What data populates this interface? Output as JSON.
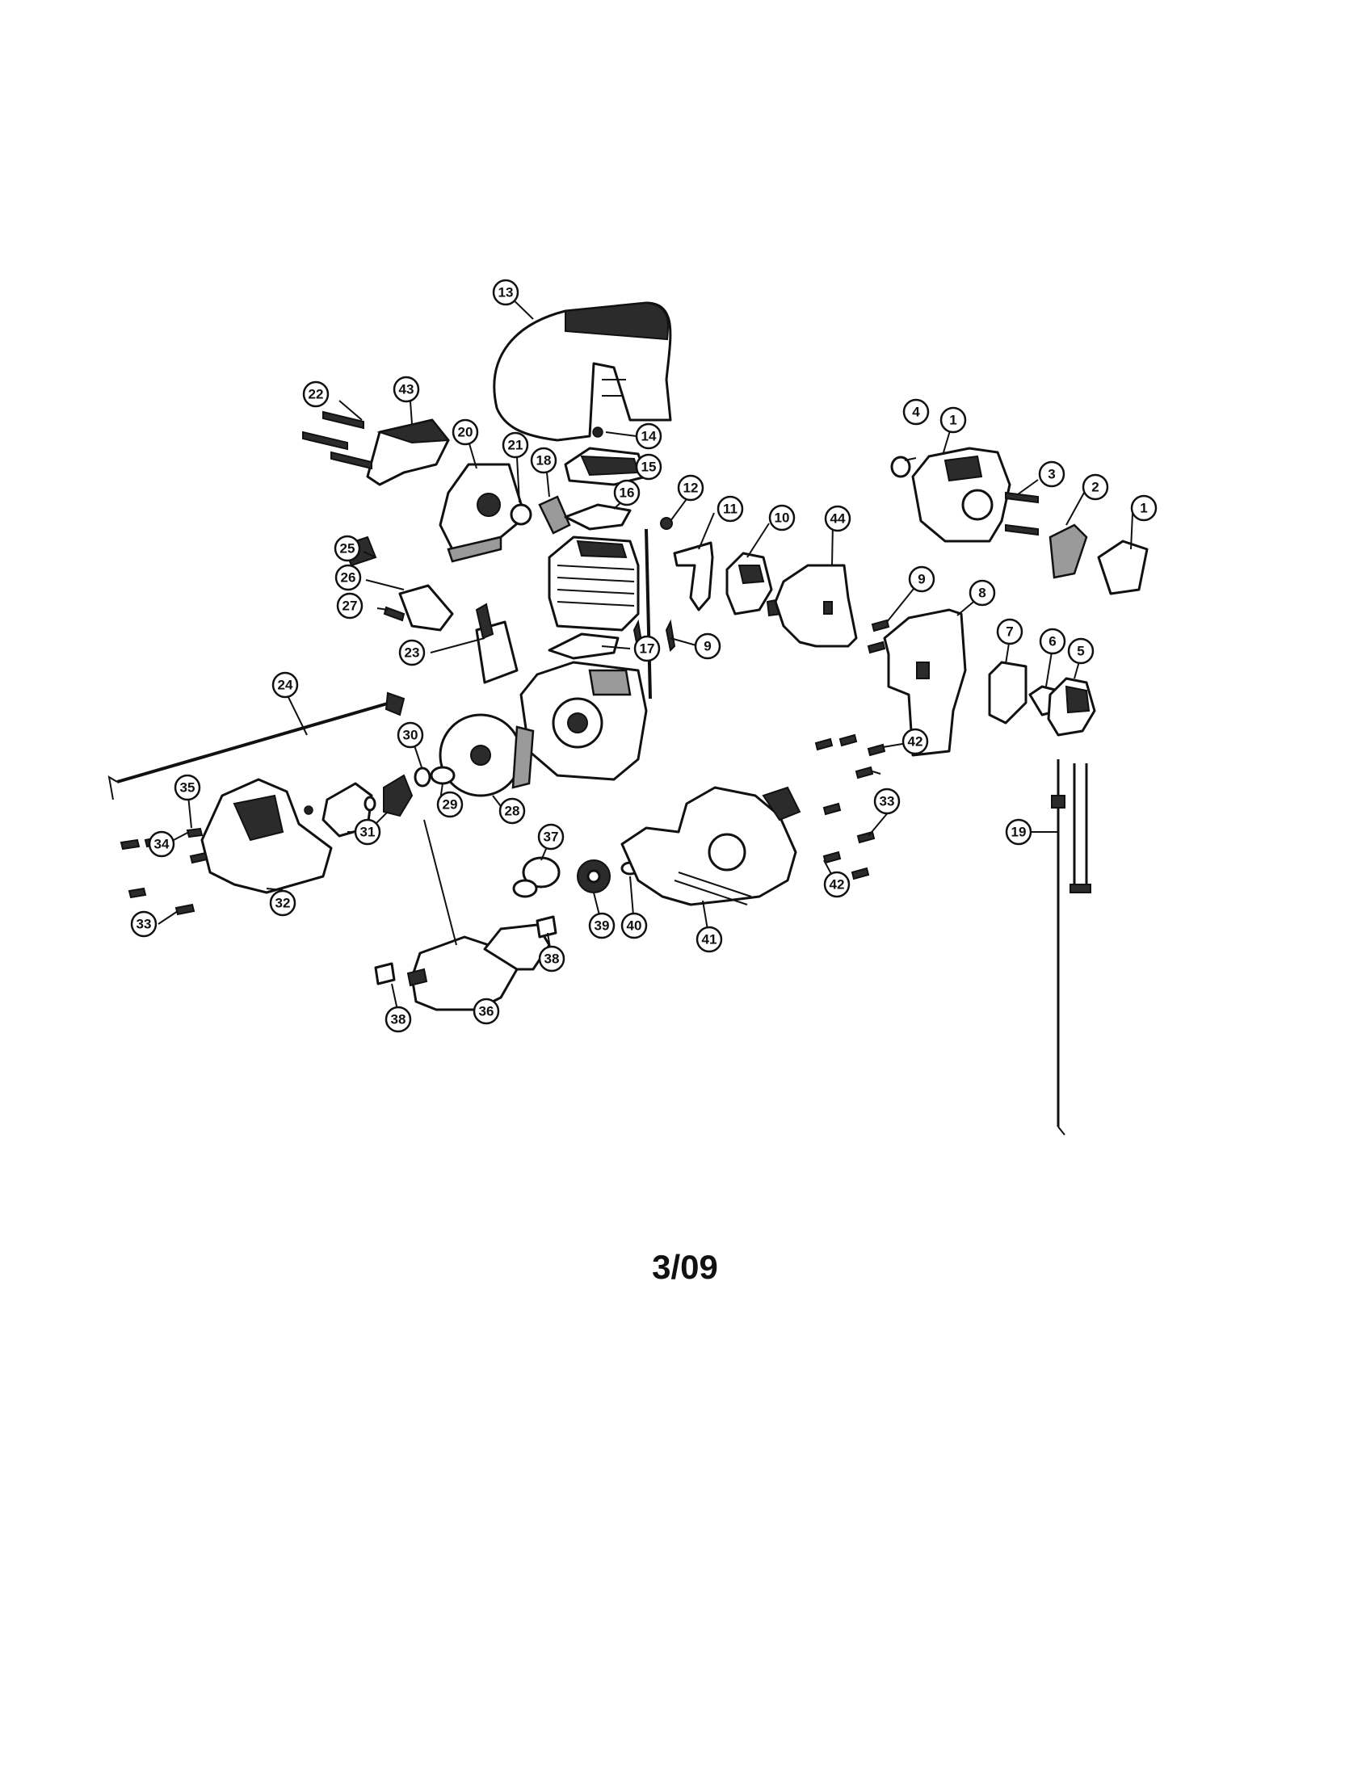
{
  "date_code": "3/09",
  "callouts": [
    "1",
    "2",
    "3",
    "4",
    "5",
    "6",
    "7",
    "8",
    "9",
    "10",
    "11",
    "12",
    "13",
    "14",
    "15",
    "16",
    "17",
    "18",
    "19",
    "20",
    "21",
    "22",
    "23",
    "24",
    "25",
    "26",
    "27",
    "28",
    "29",
    "30",
    "31",
    "32",
    "33",
    "34",
    "35",
    "36",
    "37",
    "38",
    "39",
    "40",
    "41",
    "42",
    "43",
    "44"
  ]
}
